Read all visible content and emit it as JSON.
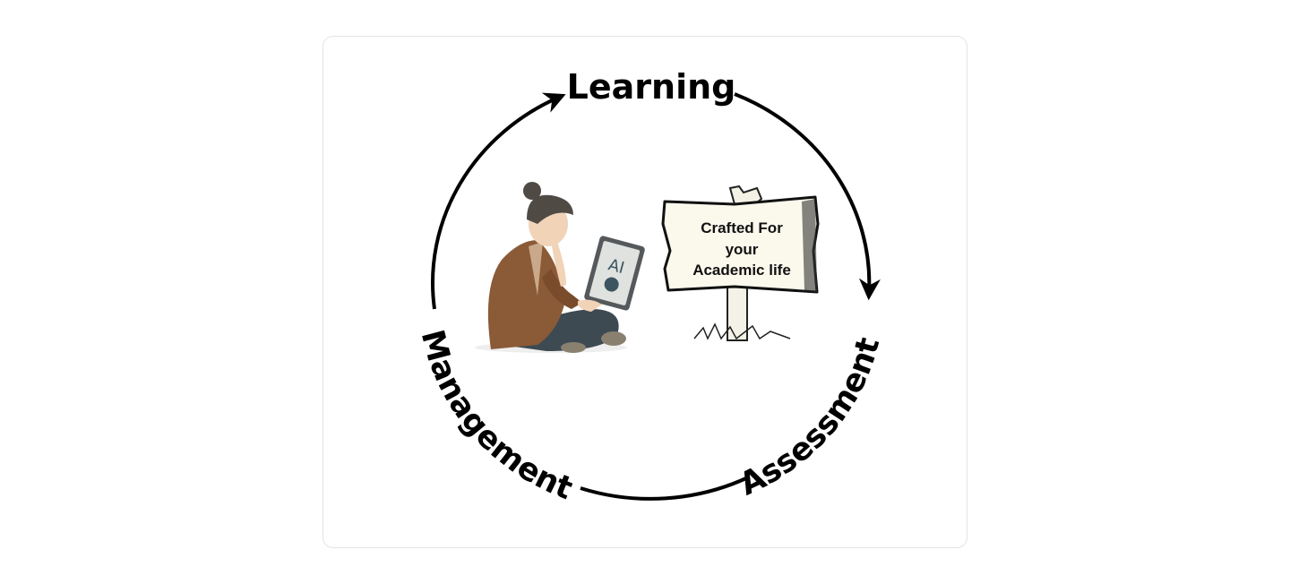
{
  "cycle": {
    "stages": [
      "Learning",
      "Assessment",
      "Management"
    ],
    "arrow_color": "#000000"
  },
  "illustration": {
    "sign_lines": [
      "Crafted For",
      "your",
      "Academic life"
    ],
    "tablet_text": "AI",
    "sign_color": "#fbf8ec",
    "jacket_color": "#8b5a36",
    "pants_color": "#3d4a52"
  }
}
